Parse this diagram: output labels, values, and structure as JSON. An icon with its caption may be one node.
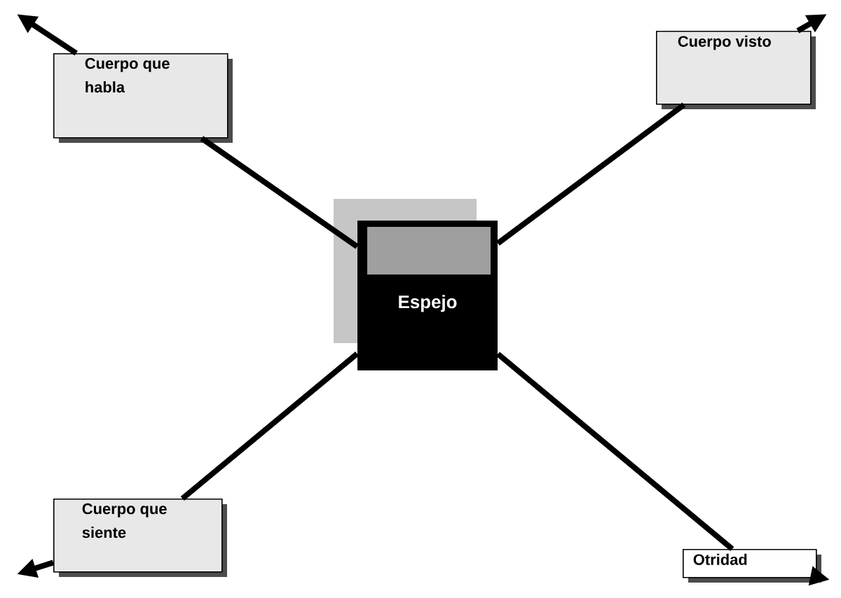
{
  "diagram": {
    "nodes": [
      {
        "text": [
          "Espejo"
        ]
      },
      {
        "text": [
          "Cuerpo que habla"
        ]
      },
      {
        "text": [
          "Cuerpo visto"
        ]
      },
      {
        "text": [
          "Cuerpo que siente"
        ]
      },
      {
        "text": [
          "Otridad"
        ]
      }
    ],
    "edges": [
      {
        "from": 0,
        "to": 1,
        "arrow": "none"
      },
      {
        "from": 1,
        "to": null,
        "arrow": "to"
      },
      {
        "from": 0,
        "to": 2,
        "arrow": "none"
      },
      {
        "from": 2,
        "to": null,
        "arrow": "to"
      },
      {
        "from": 0,
        "to": 3,
        "arrow": "none"
      },
      {
        "from": 3,
        "to": null,
        "arrow": "to"
      },
      {
        "from": 0,
        "to": 4,
        "arrow": "none"
      },
      {
        "from": 4,
        "to": null,
        "arrow": "to"
      }
    ]
  }
}
